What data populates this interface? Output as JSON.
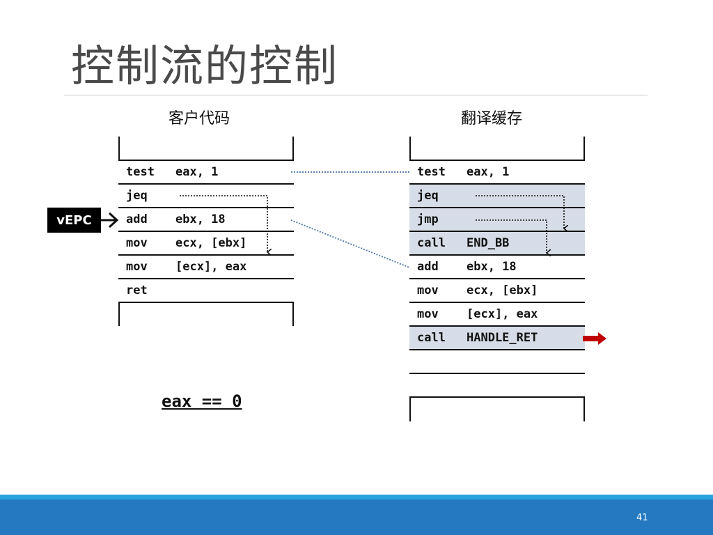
{
  "slide": {
    "title": "控制流的控制",
    "page_number": "41"
  },
  "guest_code": {
    "heading": "客户代码",
    "rows": [
      {
        "op": "test",
        "arg": "eax, 1"
      },
      {
        "op": "jeq",
        "arg": ""
      },
      {
        "op": "add",
        "arg": "ebx, 18"
      },
      {
        "op": "mov",
        "arg": "ecx, [ebx]"
      },
      {
        "op": "mov",
        "arg": "[ecx], eax"
      },
      {
        "op": "ret",
        "arg": ""
      }
    ]
  },
  "translation_cache": {
    "heading": "翻译缓存",
    "rows": [
      {
        "op": "test",
        "arg": "eax, 1",
        "highlight": false
      },
      {
        "op": "jeq",
        "arg": "",
        "highlight": true
      },
      {
        "op": "jmp",
        "arg": "",
        "highlight": true
      },
      {
        "op": "call",
        "arg": "END_BB",
        "highlight": true
      },
      {
        "op": "add",
        "arg": "ebx, 18",
        "highlight": false
      },
      {
        "op": "mov",
        "arg": "ecx, [ebx]",
        "highlight": false
      },
      {
        "op": "mov",
        "arg": "[ecx], eax",
        "highlight": false
      },
      {
        "op": "call",
        "arg": "HANDLE_RET",
        "highlight": true
      },
      {
        "op": "",
        "arg": "",
        "highlight": false
      },
      {
        "op": "",
        "arg": "",
        "highlight": false
      }
    ]
  },
  "pointer": {
    "label": "vEPC"
  },
  "condition": {
    "text": "eax == 0"
  },
  "colors": {
    "highlight": "#d7dde8",
    "footer": "#2479c1",
    "footer_line": "#29a3dd",
    "exit_arrow": "#c00000",
    "connector": "#5b7fa6"
  }
}
